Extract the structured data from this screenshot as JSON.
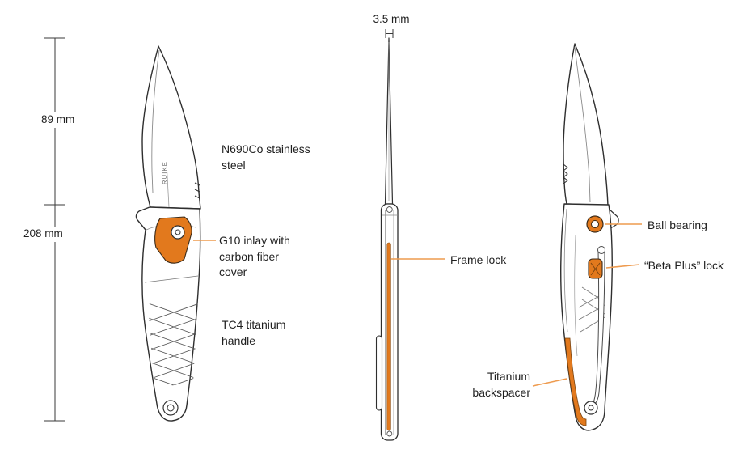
{
  "brand": "RUIKE",
  "colors": {
    "accent": "#E2791D",
    "leader": "#EE9B4F",
    "outline": "#2E2E2E"
  },
  "dimensions": {
    "thickness": "3.5 mm",
    "blade_length": "89 mm",
    "overall_length": "208 mm"
  },
  "front_view": {
    "blade_steel_label": "N690Co stainless steel",
    "inlay_label": "G10 inlay with carbon fiber cover",
    "handle_label": "TC4 titanium handle"
  },
  "side_view": {
    "frame_lock_label": "Frame lock"
  },
  "back_view": {
    "ball_bearing_label": "Ball bearing",
    "beta_lock_label": "“Beta Plus” lock",
    "backspacer_label": "Titanium backspacer"
  }
}
